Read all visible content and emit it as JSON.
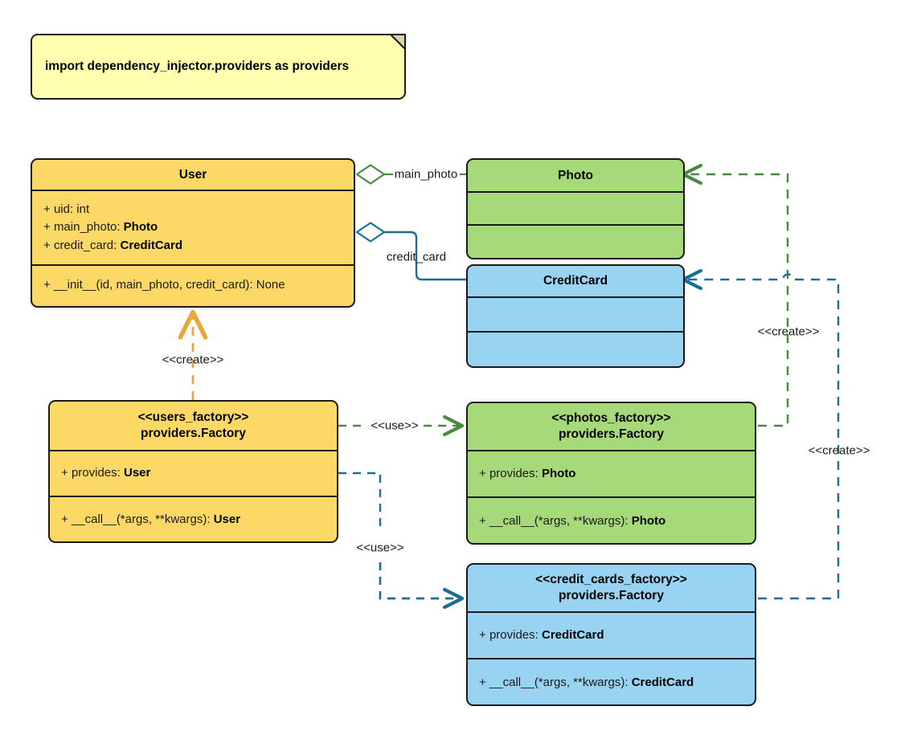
{
  "diagram": {
    "title": "Dependency Injector Factory providers UML class diagram",
    "colors": {
      "yellow": "#fcd966",
      "green": "#a6d97a",
      "blue": "#99d3f2",
      "note": "#ffffaf",
      "outline": "#1a1a1a",
      "green_edge": "#4a8a3f",
      "blue_edge": "#1a6e96",
      "amber_edge": "#e8a93a"
    }
  },
  "note": {
    "text": "import dependency_injector.providers as providers"
  },
  "classes": {
    "user": {
      "name": "User",
      "attributes": [
        {
          "visibility": "+",
          "name": "uid: ",
          "type": "int",
          "type_bold": false
        },
        {
          "visibility": "+",
          "name": "main_photo: ",
          "type": "Photo",
          "type_bold": true
        },
        {
          "visibility": "+",
          "name": "credit_card: ",
          "type": "CreditCard",
          "type_bold": true
        }
      ],
      "methods": [
        {
          "visibility": "+",
          "name": "__init__(id, main_photo, credit_card): None",
          "type": "",
          "type_bold": false
        }
      ]
    },
    "photo": {
      "name": "Photo",
      "attributes": [],
      "methods": []
    },
    "credit_card": {
      "name": "CreditCard",
      "attributes": [],
      "methods": []
    },
    "users_factory": {
      "stereotype": "<<users_factory>>",
      "name": "providers.Factory",
      "attributes": [
        {
          "visibility": "+",
          "name": "provides: ",
          "type": "User",
          "type_bold": true
        }
      ],
      "methods": [
        {
          "visibility": "+",
          "name": "__call__(*args, **kwargs): ",
          "type": "User",
          "type_bold": true
        }
      ]
    },
    "photos_factory": {
      "stereotype": "<<photos_factory>>",
      "name": "providers.Factory",
      "attributes": [
        {
          "visibility": "+",
          "name": "provides: ",
          "type": "Photo",
          "type_bold": true
        }
      ],
      "methods": [
        {
          "visibility": "+",
          "name": "__call__(*args, **kwargs): ",
          "type": "Photo",
          "type_bold": true
        }
      ]
    },
    "credit_cards_factory": {
      "stereotype": "<<credit_cards_factory>>",
      "name": "providers.Factory",
      "attributes": [
        {
          "visibility": "+",
          "name": "provides: ",
          "type": "CreditCard",
          "type_bold": true
        }
      ],
      "methods": [
        {
          "visibility": "+",
          "name": "__call__(*args, **kwargs): ",
          "type": "CreditCard",
          "type_bold": true
        }
      ]
    }
  },
  "relations": {
    "main_photo": {
      "label": "main_photo",
      "kind": "aggregation",
      "from": "User",
      "to": "Photo",
      "color": "#4a8a3f"
    },
    "credit_card": {
      "label": "credit_card",
      "kind": "aggregation",
      "from": "User",
      "to": "CreditCard",
      "color": "#1a6e96"
    },
    "users_factory_create": {
      "label": "<<create>>",
      "kind": "dependency",
      "from": "users_factory",
      "to": "User",
      "color": "#e8a93a"
    },
    "use_photos": {
      "label": "<<use>>",
      "kind": "dependency",
      "from": "users_factory",
      "to": "photos_factory",
      "color": "#4a8a3f"
    },
    "use_credit_cards": {
      "label": "<<use>>",
      "kind": "dependency",
      "from": "users_factory",
      "to": "credit_cards_factory",
      "color": "#1a6e96"
    },
    "photos_create": {
      "label": "<<create>>",
      "kind": "dependency",
      "from": "photos_factory",
      "to": "Photo",
      "color": "#4a8a3f"
    },
    "credit_cards_create": {
      "label": "<<create>>",
      "kind": "dependency",
      "from": "credit_cards_factory",
      "to": "CreditCard",
      "color": "#1a6e96"
    }
  }
}
